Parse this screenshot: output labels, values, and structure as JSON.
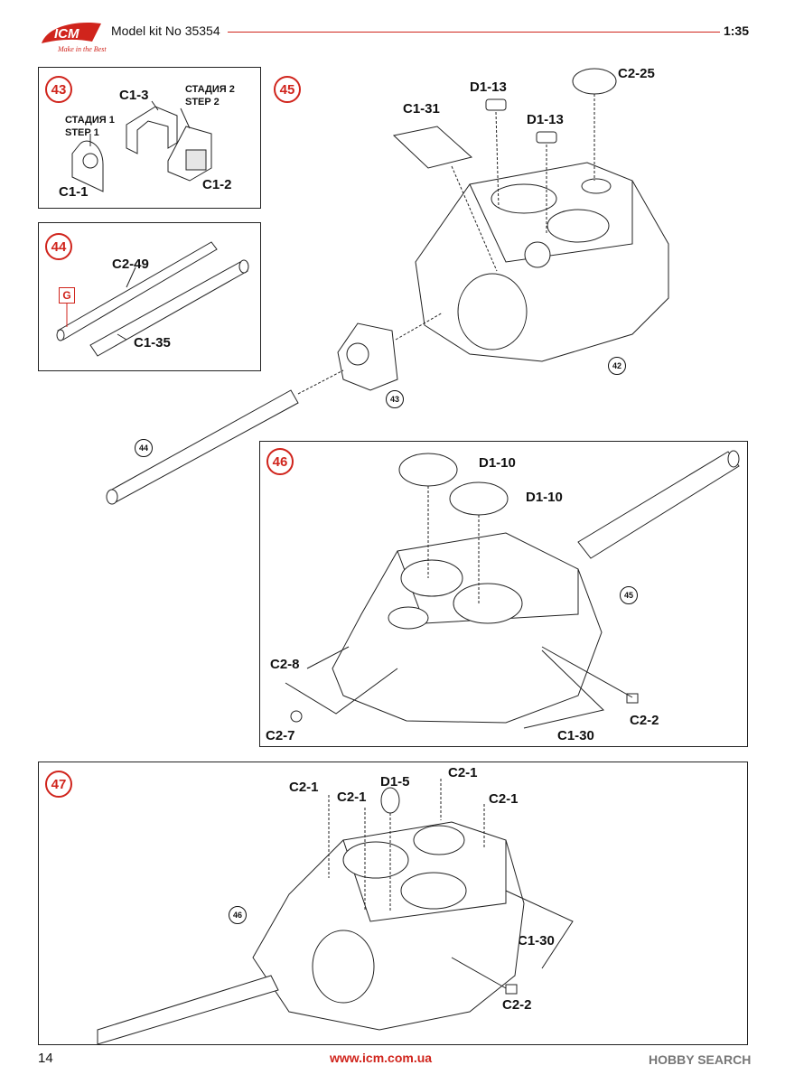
{
  "header": {
    "brand": "ICM",
    "tagline": "Make in the Best",
    "title": "Model kit No 35354",
    "scale": "1:35"
  },
  "step43": {
    "number": "43",
    "stage1": "СТАДИЯ 1",
    "step1": "STEP 1",
    "stage2": "СТАДИЯ 2",
    "step2": "STEP 2",
    "parts": [
      "C1-3",
      "C1-1",
      "C1-2"
    ]
  },
  "step44": {
    "number": "44",
    "sprue_marker": "G",
    "parts": [
      "C2-49",
      "C1-35"
    ]
  },
  "step45": {
    "number": "45",
    "parts": [
      "C1-31",
      "D1-13",
      "D1-13",
      "C2-25"
    ],
    "refs": [
      "42",
      "43",
      "44"
    ]
  },
  "step46": {
    "number": "46",
    "parts": [
      "D1-10",
      "D1-10",
      "C2-8",
      "C2-7",
      "C1-30",
      "C2-2"
    ],
    "refs": [
      "45"
    ]
  },
  "step47": {
    "number": "47",
    "parts": [
      "C2-1",
      "C2-1",
      "D1-5",
      "C2-1",
      "C2-1",
      "C1-30",
      "C2-2"
    ],
    "refs": [
      "46"
    ]
  },
  "footer": {
    "page": "14",
    "url": "www.icm.com.ua",
    "watermark": "HOBBY SEARCH"
  }
}
